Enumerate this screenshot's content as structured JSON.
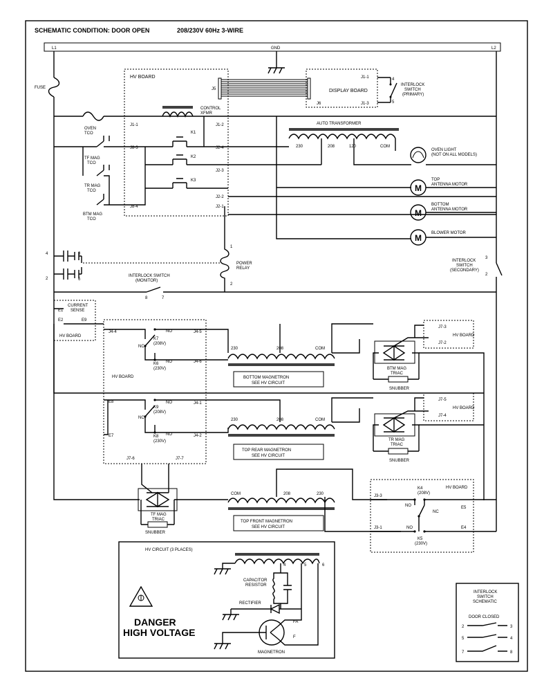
{
  "header": {
    "condition": "SCHEMATIC CONDITION: DOOR OPEN",
    "power": "208/230V 60Hz 3-WIRE"
  },
  "terminals": {
    "l1": "L1",
    "gnd": "GND",
    "l2": "L2"
  },
  "labels": {
    "fuse": "FUSE",
    "hv_board": "HV BOARD",
    "display_board": "DISPLAY BOARD",
    "interlock_primary_1": "INTERLOCK",
    "interlock_primary_2": "SWITCH",
    "interlock_primary_3": "(PRIMARY)",
    "control_xfmr_1": "CONTROL",
    "control_xfmr_2": "XFMR",
    "oven_tco_1": "OVEN",
    "oven_tco_2": "TCO",
    "tf_mag_tco_1": "TF MAG",
    "tf_mag_tco_2": "TCO",
    "tr_mag_tco_1": "TR MAG",
    "tr_mag_tco_2": "TCO",
    "btm_mag_tco_1": "BTM MAG",
    "btm_mag_tco_2": "TCO",
    "auto_transformer": "AUTO TRANSFORMER",
    "tap_230": "230",
    "tap_208": "208",
    "tap_120": "120",
    "tap_com": "COM",
    "oven_light_1": "OVEN LIGHT",
    "oven_light_2": "(NOT ON ALL MODELS)",
    "top_antenna_1": "TOP",
    "top_antenna_2": "ANTENNA MOTOR",
    "bottom_antenna_1": "BOTTOM",
    "bottom_antenna_2": "ANTENNA MOTOR",
    "blower_motor": "BLOWER MOTOR",
    "power_relay_1": "POWER",
    "power_relay_2": "RELAY",
    "interlock_monitor_1": "INTERLOCK SWITCH",
    "interlock_monitor_2": "(MONITOR)",
    "interlock_secondary_1": "INTERLOCK",
    "interlock_secondary_2": "SWITCH",
    "interlock_secondary_3": "(SECONDARY)",
    "current_sense_1": "CURRENT",
    "current_sense_2": "SENSE",
    "motor_symbol": "M",
    "no": "NO",
    "nc": "NC",
    "k7": "K7",
    "k7_v": "(208V)",
    "k6": "K6",
    "k6_v": "(230V)",
    "k9": "K9",
    "k9_v": "(208V)",
    "k8": "K8",
    "k8_v": "(230V)",
    "k4": "K4",
    "k4_v": "(208V)",
    "k5": "K5",
    "k5_v": "(230V)",
    "bottom_magnetron_1": "BOTTOM MAGNETRON",
    "bottom_magnetron_2": "SEE HV CIRCUIT",
    "top_rear_magnetron_1": "TOP REAR MAGNETRON",
    "top_rear_magnetron_2": "SEE HV CIRCUIT",
    "top_front_magnetron_1": "TOP FRONT MAGNETRON",
    "top_front_magnetron_2": "SEE HV CIRCUIT",
    "btm_mag_triac_1": "BTM MAG",
    "btm_mag_triac_2": "TRIAC",
    "tr_mag_triac_1": "TR MAG",
    "tr_mag_triac_2": "TRIAC",
    "tf_mag_triac_1": "TF MAG",
    "tf_mag_triac_2": "TRIAC",
    "snubber": "SNUBBER",
    "hv_circuit": "HV CIRCUIT (3 PLACES)",
    "capacitor_resistor_1": "CAPACITOR",
    "capacitor_resistor_2": "RESISTOR",
    "rectifier": "RECTIFIER",
    "magnetron": "MAGNETRON",
    "fa": "FA",
    "f": "F",
    "danger_1": "DANGER",
    "danger_2": "HIGH VOLTAGE",
    "legend_1": "INTERLOCK",
    "legend_2": "SWITCH",
    "legend_3": "SCHEMATIC",
    "legend_door_closed": "DOOR CLOSED"
  },
  "pins": {
    "j5": "J5",
    "j6": "J6",
    "j1_1": "J1-1",
    "j1_2": "J1-2",
    "j1_3": "J1-3",
    "j8_3": "J8-3",
    "j8_4": "J8-4",
    "j2_4": "J2-4",
    "j2_3": "J2-3",
    "j2_2": "J2-2",
    "j2_1": "J2-1",
    "k1": "K1",
    "k2": "K2",
    "k3": "K3",
    "j4_4": "J4-4",
    "j4_5": "J4-5",
    "j4_6": "J4-6",
    "j4_1": "J4-1",
    "j4_2": "J4-2",
    "e1": "E1",
    "e2": "E2",
    "e9": "E9",
    "e8": "E8",
    "e7": "E7",
    "e5": "E5",
    "e4": "E4",
    "j7_3": "J7-3",
    "j7_2": "J7-2",
    "j7_5": "J7-5",
    "j7_4": "J7-4",
    "j7_6": "J7-6",
    "j7_7": "J7-7",
    "j3_3": "J3-3",
    "j3_1": "J3-1",
    "n1": "1",
    "n2": "2",
    "n3": "3",
    "n4": "4",
    "n5": "5",
    "n6": "6",
    "n7": "7",
    "n8": "8"
  }
}
